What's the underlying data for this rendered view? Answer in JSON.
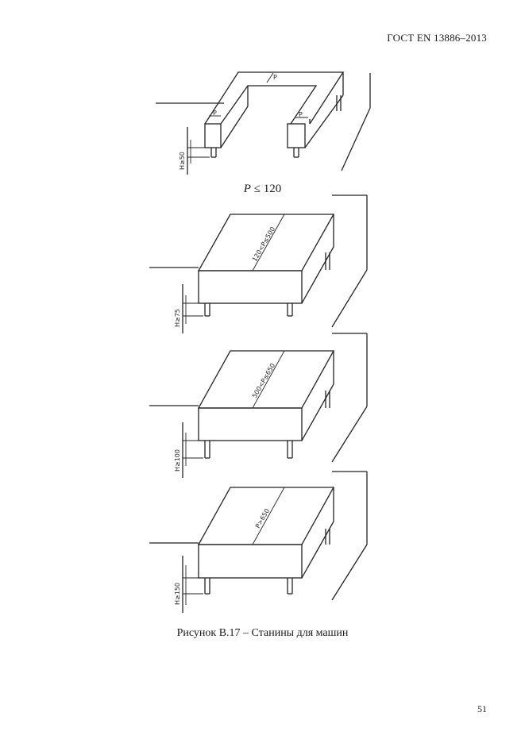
{
  "header": {
    "doc_id": "ГОСТ EN 13886–2013"
  },
  "figure": {
    "top_label_var": "P",
    "top_label_rest": " ≤ 120",
    "p_mark": "P",
    "bases": [
      {
        "h_label": "H≥75",
        "p_label": "120<P≤500"
      },
      {
        "h_label": "H≥100",
        "p_label": "500<P≤650"
      },
      {
        "h_label": "H≥150",
        "p_label": "P>650"
      }
    ],
    "top_h_label": "H≥50",
    "caption": "Рисунок В.17 – Станины для машин"
  },
  "page": {
    "number": "51"
  }
}
